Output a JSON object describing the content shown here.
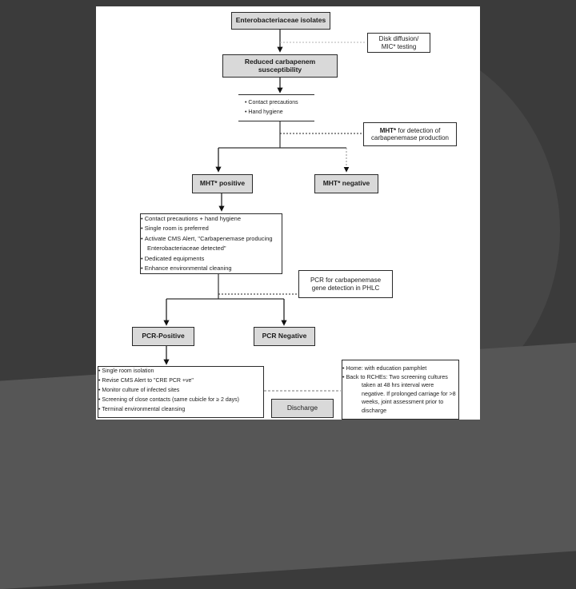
{
  "colors": {
    "bg": "#3b3b3b",
    "circle": "#464646",
    "floor": "#565656",
    "panel": "#ffffff",
    "boxfill": "#d9d9d9",
    "border": "#2a2a2a",
    "text": "#1c1c1c"
  },
  "flowchart": {
    "isolates": "Enterobacteriaceae isolates",
    "disk_diffusion": {
      "line1": "Disk diffusion/",
      "line2": "MIC* testing"
    },
    "reduced": {
      "line1": "Reduced carbapenem",
      "line2": "susceptibility"
    },
    "precautions": {
      "items": [
        "Contact precautions",
        "Hand hygiene"
      ]
    },
    "mht_detection": {
      "bold": "MHT*",
      "rest": " for detection of",
      "line2": "carbapenemase production"
    },
    "mht_positive": "MHT* positive",
    "mht_negative": "MHT* negative",
    "mht_positive_actions": {
      "items": [
        "Contact precautions + hand hygiene",
        "Single room is preferred",
        "Activate CMS Alert, \"Carbapenemase producing Enterobacteriaceae detected\"",
        "Dedicated equipments",
        "Enhance environmental cleaning"
      ]
    },
    "pcr_test": {
      "line1": "PCR for carbapenemase",
      "line2": "gene detection in PHLC"
    },
    "pcr_positive": "PCR-Positive",
    "pcr_negative": "PCR Negative",
    "pcr_positive_actions": {
      "items": [
        "Single room isolation",
        "Revise CMS Alert to \"CRE PCR +ve\"",
        "Monitor culture of infected sites",
        "Screening of close contacts (same cubicle for ≥ 2 days)",
        "Terminal environmental cleansing"
      ]
    },
    "discharge": "Discharge",
    "discharge_options": {
      "items": [
        "Home: with education pamphlet",
        "Back to RCHEs: Two screening cultures taken at 48 hrs interval were negative. If prolonged carriage for >8 weeks, joint assessment prior to discharge"
      ]
    }
  }
}
